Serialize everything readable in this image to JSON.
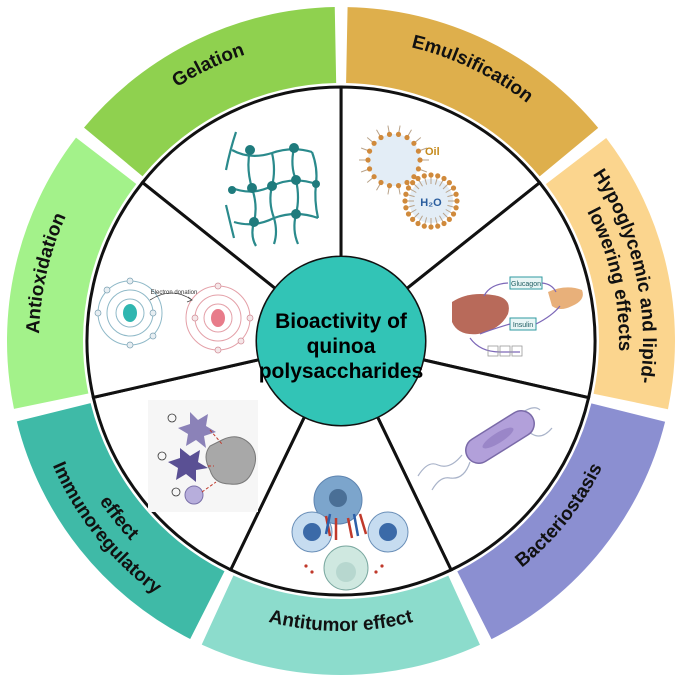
{
  "center": {
    "lines": [
      "Bioactivity of",
      "quinoa",
      "polysaccharides"
    ],
    "color": "#32c4b6"
  },
  "segments": [
    {
      "id": "gelation",
      "label_lines": [
        "Gelation"
      ],
      "color": "#8fd14f"
    },
    {
      "id": "emulsification",
      "label_lines": [
        "Emulsification"
      ],
      "color": "#deaf4c"
    },
    {
      "id": "hypoglycemic",
      "label_lines": [
        "Hypoglycemic and lipid-",
        "lowering effects"
      ],
      "color": "#fbd58e"
    },
    {
      "id": "bacteriostasis",
      "label_lines": [
        "Bacteriostasis"
      ],
      "color": "#8b8fd1"
    },
    {
      "id": "antitumor",
      "label_lines": [
        "Antitumor effect"
      ],
      "color": "#8cdccc"
    },
    {
      "id": "immunoregulatory",
      "label_lines": [
        "Immunoregulatory",
        "effect"
      ],
      "color": "#3fbaa7"
    },
    {
      "id": "antioxidation",
      "label_lines": [
        "Antioxidation"
      ],
      "color": "#a3f28a"
    }
  ],
  "illustrations": {
    "emulsion": {
      "oil_label": "Oil",
      "water_label": "H₂O"
    },
    "antioxidant": {
      "caption": "Electron donation"
    },
    "hypoglycemic": {
      "glucagon_label": "Glucagon",
      "insulin_label": "Insulin"
    }
  }
}
